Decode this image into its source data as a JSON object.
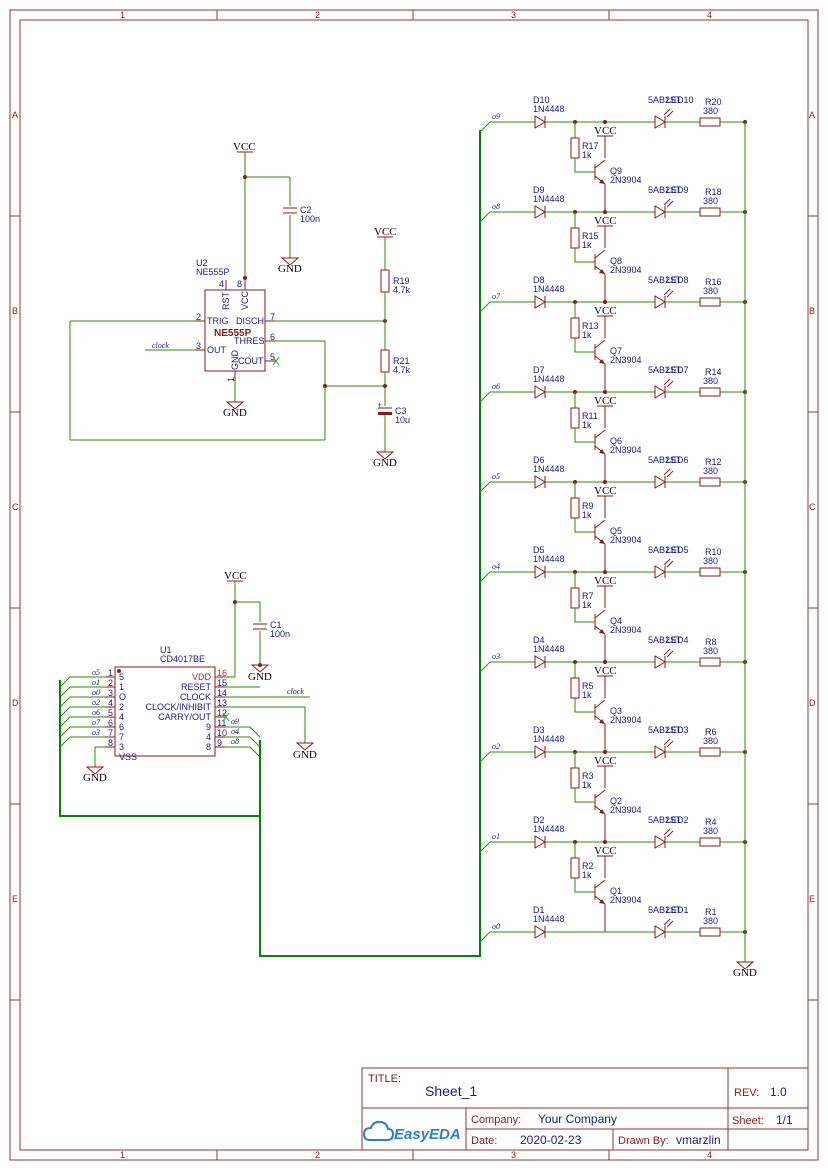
{
  "frame": {
    "col_labels": [
      "1",
      "2",
      "3",
      "4"
    ],
    "row_labels": [
      "A",
      "B",
      "C",
      "D",
      "E"
    ]
  },
  "title_block": {
    "title_label": "TITLE:",
    "title_value": "Sheet_1",
    "rev_label": "REV:",
    "rev_value": "1.0",
    "company_label": "Company:",
    "company_value": "Your Company",
    "sheet_label": "Sheet:",
    "sheet_value": "1/1",
    "date_label": "Date:",
    "date_value": "2020-02-23",
    "drawn_label": "Drawn By:",
    "drawn_value": "vmarzlin",
    "logo_text": "EasyEDA"
  },
  "power": {
    "vcc": "VCC",
    "gnd": "GND"
  },
  "u2": {
    "ref": "U2",
    "value": "NE555P",
    "name": "NE555P",
    "pins": {
      "trig": "TRIG",
      "out": "OUT",
      "rst": "RST",
      "vcc": "VCC",
      "disch": "DISCH",
      "thres": "THRES",
      "cout": "COUT",
      "gnd": "GND",
      "n1": "1",
      "n2": "2",
      "n3": "3",
      "n4": "4",
      "n5": "5",
      "n6": "6",
      "n7": "7",
      "n8": "8"
    }
  },
  "u2_parts": {
    "c2": {
      "ref": "C2",
      "value": "100n"
    },
    "r19": {
      "ref": "R19",
      "value": "4.7k"
    },
    "r21": {
      "ref": "R21",
      "value": "4.7k"
    },
    "c3": {
      "ref": "C3",
      "value": "10u"
    },
    "plus": "+"
  },
  "clock_net": "clock",
  "u1": {
    "ref": "U1",
    "value": "CD4017BE",
    "right_pins": [
      "VDD",
      "RESET",
      "CLOCK",
      "CLOCK/INHIBIT",
      "CARRY/OUT",
      "",
      "",
      ""
    ],
    "right_nums": [
      "16",
      "15",
      "14",
      "13",
      "12",
      "11",
      "10",
      "9"
    ],
    "left_pins": [
      "5",
      "1",
      "O",
      "2",
      "4",
      "6",
      "7",
      "3",
      "VSS"
    ],
    "left_nums": [
      "1",
      "2",
      "3",
      "4",
      "5",
      "6",
      "7",
      "8"
    ],
    "sub_left": [
      "9",
      "4",
      "8"
    ],
    "left_nets": [
      "o5",
      "o1",
      "o0",
      "o2",
      "o6",
      "o7",
      "o3"
    ],
    "right_nets": [
      "o9",
      "o4",
      "o8"
    ]
  },
  "c1": {
    "ref": "C1",
    "value": "100n"
  },
  "stages": [
    {
      "net": "o9",
      "diode": "D10",
      "dval": "1N4448",
      "res": "R17",
      "rval": "1k",
      "q": "Q9",
      "qval": "2N3904",
      "led": "LED10",
      "lval": "5AB2ST",
      "rl": "R20",
      "rlval": "380"
    },
    {
      "net": "o8",
      "diode": "D9",
      "dval": "1N4448",
      "res": "R15",
      "rval": "1k",
      "q": "Q8",
      "qval": "2N3904",
      "led": "LED9",
      "lval": "5AB2ST",
      "rl": "R18",
      "rlval": "380"
    },
    {
      "net": "o7",
      "diode": "D8",
      "dval": "1N4448",
      "res": "R13",
      "rval": "1k",
      "q": "Q7",
      "qval": "2N3904",
      "led": "LED8",
      "lval": "5AB2ST",
      "rl": "R16",
      "rlval": "380"
    },
    {
      "net": "o6",
      "diode": "D7",
      "dval": "1N4448",
      "res": "R11",
      "rval": "1k",
      "q": "Q6",
      "qval": "2N3904",
      "led": "LED7",
      "lval": "5AB2ST",
      "rl": "R14",
      "rlval": "380"
    },
    {
      "net": "o5",
      "diode": "D6",
      "dval": "1N4448",
      "res": "R9",
      "rval": "1k",
      "q": "Q5",
      "qval": "2N3904",
      "led": "LED6",
      "lval": "5AB2ST",
      "rl": "R12",
      "rlval": "380"
    },
    {
      "net": "o4",
      "diode": "D5",
      "dval": "1N4448",
      "res": "R7",
      "rval": "1k",
      "q": "Q4",
      "qval": "2N3904",
      "led": "LED5",
      "lval": "5AB2ST",
      "rl": "R10",
      "rlval": "380"
    },
    {
      "net": "o3",
      "diode": "D4",
      "dval": "1N4448",
      "res": "R5",
      "rval": "1k",
      "q": "Q3",
      "qval": "2N3904",
      "led": "LED4",
      "lval": "5AB2ST",
      "rl": "R8",
      "rlval": "380"
    },
    {
      "net": "o2",
      "diode": "D3",
      "dval": "1N4448",
      "res": "R3",
      "rval": "1k",
      "q": "Q2",
      "qval": "2N3904",
      "led": "LED3",
      "lval": "5AB2ST",
      "rl": "R6",
      "rlval": "380"
    },
    {
      "net": "o1",
      "diode": "D2",
      "dval": "1N4448",
      "res": "R2",
      "rval": "1k",
      "q": "Q1",
      "qval": "2N3904",
      "led": "LED2",
      "lval": "5AB2ST",
      "rl": "R4",
      "rlval": "380"
    },
    {
      "net": "o0",
      "diode": "D1",
      "dval": "1N4448",
      "res": "",
      "rval": "",
      "q": "",
      "qval": "",
      "led": "LED1",
      "lval": "5AB2ST",
      "rl": "R1",
      "rlval": "380"
    }
  ]
}
